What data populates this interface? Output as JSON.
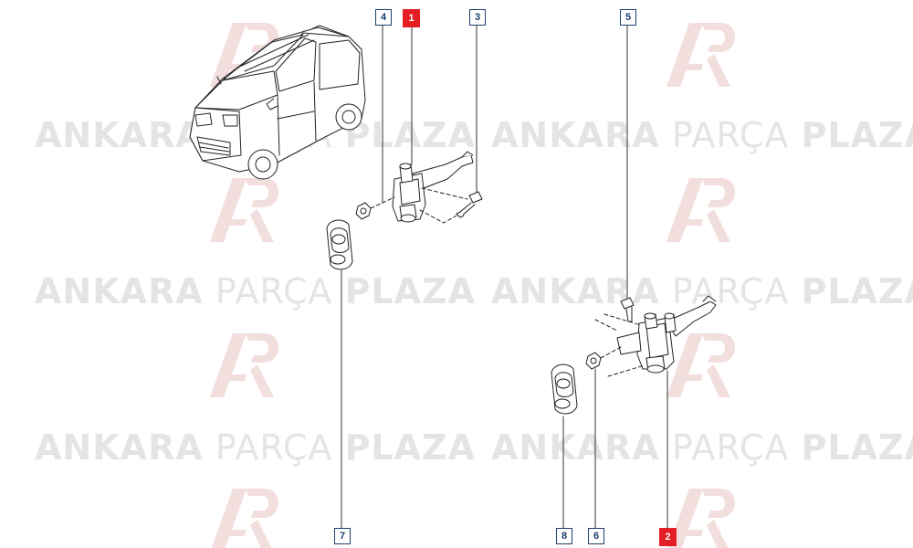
{
  "watermark": {
    "brand_left": "ANKARA",
    "brand_middle": "PARÇA",
    "brand_right": "PLAZA"
  },
  "callouts": {
    "c1": "1",
    "c2": "2",
    "c3": "3",
    "c4": "4",
    "c5": "5",
    "c6": "6",
    "c7": "7",
    "c8": "8"
  },
  "colors": {
    "highlight": "#e31e24",
    "callout_frame": "#1c3f6e",
    "watermark": "#e4e4e4",
    "line": "#222222"
  }
}
